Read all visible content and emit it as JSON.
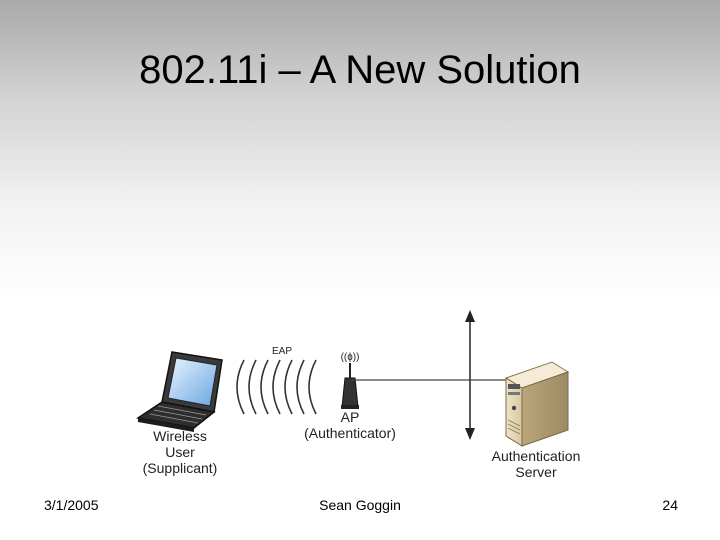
{
  "slide": {
    "title": "802.11i – A New Solution",
    "footer": {
      "date": "3/1/2005",
      "author": "Sean Goggin",
      "page_number": "24"
    }
  },
  "diagram": {
    "wireless_user_label": [
      "Wireless",
      "User",
      "(Supplicant)"
    ],
    "eap_label": "EAP",
    "ap_label": [
      "AP",
      "(Authenticator)"
    ],
    "ap_signal_glyph": "((ɸ))",
    "auth_server_label": [
      "Authentication",
      "Server"
    ]
  },
  "icons": [
    "laptop-icon",
    "radio-waves-icon",
    "access-point-icon",
    "server-icon",
    "double-arrow-icon"
  ]
}
